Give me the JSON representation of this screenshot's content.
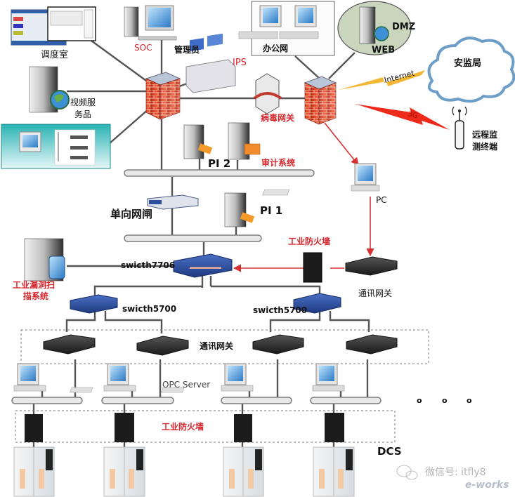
{
  "title": "工业控制网络安全架构图",
  "colors": {
    "firewall": "#d9442b",
    "firewall_top": "#b9c6d8",
    "switch_blue": "#2c4f9e",
    "gateway_dark": "#2b2b2b",
    "label_red": "#d8242a",
    "internet_bolt": "#f1b735",
    "bolt_3g": "#ee2a1b",
    "cloud": "#6d9ec8",
    "dmz_fill": "#c9d6bd"
  },
  "top": {
    "dispatch_room": "调度室",
    "soc": "SOC",
    "admin": "管理员",
    "ips": "IPS",
    "video_server": "视频服\n务品",
    "video_server_line1": "视频服",
    "video_server_line2": "务品",
    "office_net": "办公网",
    "dmz": "DMZ",
    "web": "WEB",
    "internet": "Internet",
    "safety_bureau": "安监局",
    "g3": "3G",
    "remote_terminal_line1": "远程监",
    "remote_terminal_line2": "测终端",
    "virus_gateway": "病毒网关",
    "pi2": "PI 2",
    "audit_system": "审计系统",
    "pc": "PC"
  },
  "middle": {
    "one_way_gateway": "单向网闸",
    "pi1": "PI 1",
    "industrial_firewall_top": "工业防火墙",
    "switch7706": "swicth7706",
    "comm_gateway_right": "通讯网关",
    "vuln_scan_line1": "工业漏洞扫",
    "vuln_scan_line2": "描系统",
    "switch5700_left": "swicth5700",
    "switch5700_right": "swicth5700"
  },
  "bottom": {
    "comm_gateway_zone": "通讯网关",
    "opc_server": "OPC  Server",
    "industrial_firewall_zone": "工业防火墙",
    "dcs": "DCS",
    "ellipsis": [
      "o",
      "o",
      "o"
    ]
  },
  "watermark": {
    "wechat": "微信号: itfly8",
    "brand": "e-works"
  }
}
